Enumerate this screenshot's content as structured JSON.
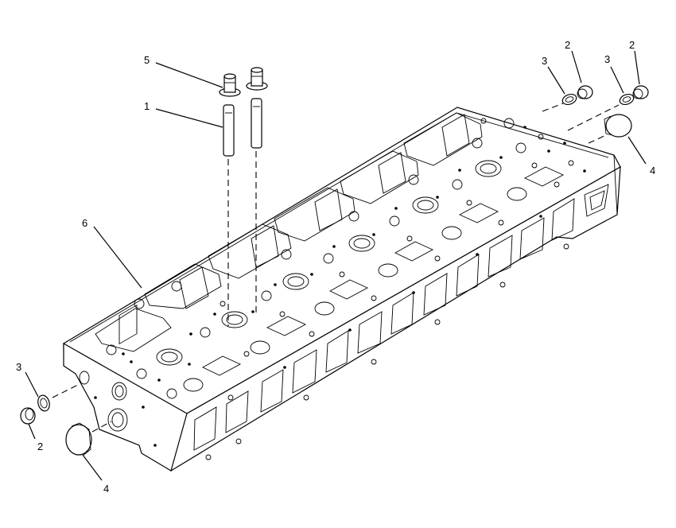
{
  "callouts": {
    "c1": "1",
    "c2_top_left": "2",
    "c2_top_right": "2",
    "c2_bottom": "2",
    "c3_top_left": "3",
    "c3_top_right": "3",
    "c3_bottom": "3",
    "c4_right": "4",
    "c4_bottom": "4",
    "c5": "5",
    "c6": "6"
  }
}
